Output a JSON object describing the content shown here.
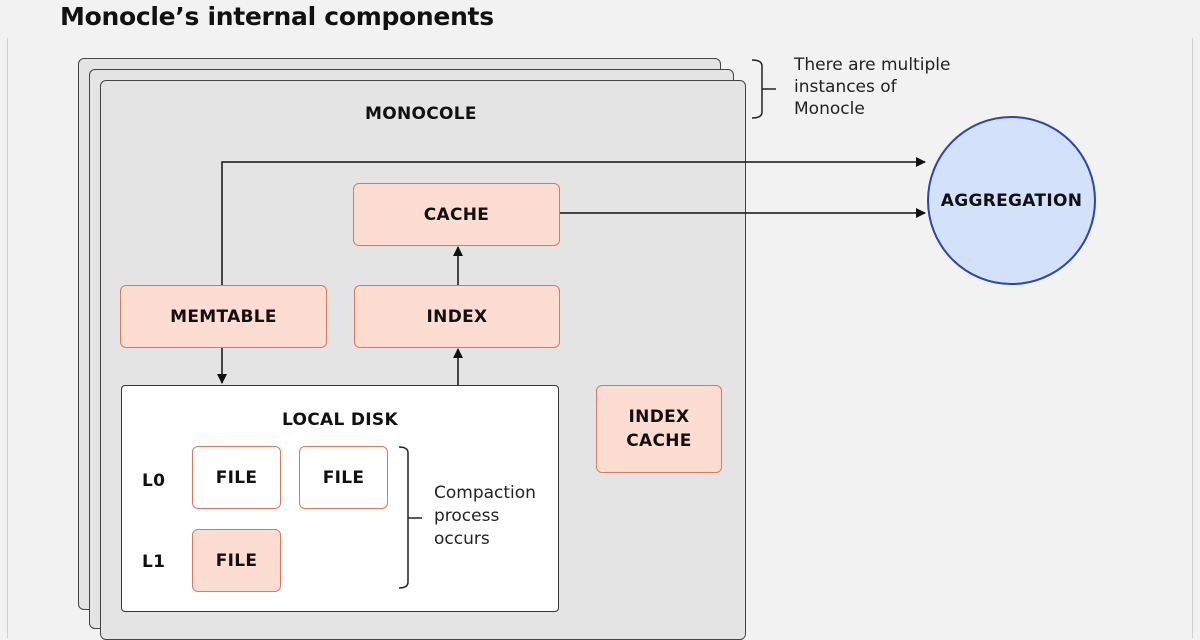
{
  "title": "Monocle’s internal components",
  "monocle_label": "MONOCOLE",
  "instances_note": [
    "There are multiple",
    "instances of",
    "Monocle"
  ],
  "cache_label": "CACHE",
  "index_label": "INDEX",
  "memtable_label": "MEMTABLE",
  "index_cache_label": [
    "INDEX",
    "CACHE"
  ],
  "local_disk": {
    "title": "LOCAL DISK",
    "level_0": "L0",
    "level_1": "L1",
    "file_label": "FILE"
  },
  "compaction_note": [
    "Compaction",
    "process",
    "occurs"
  ],
  "aggregation_label": "AGGREGATION",
  "colors": {
    "component_fill": "#fddcd2",
    "component_border": "#d9795f",
    "aggregation_fill": "#d3e1fa",
    "aggregation_border": "#2b46a8",
    "monocle_fill": "#e4e4e4"
  }
}
